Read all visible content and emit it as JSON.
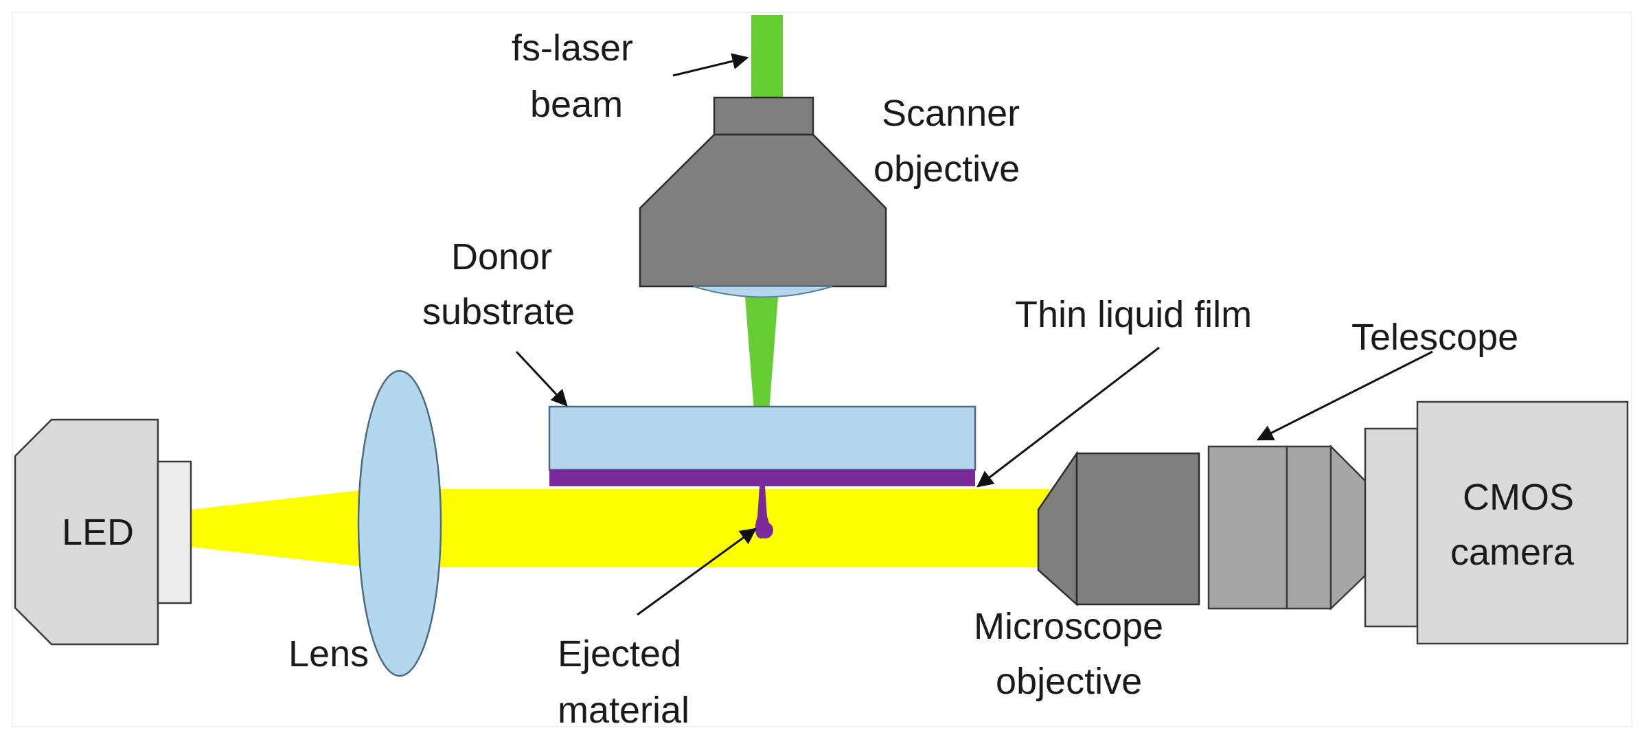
{
  "colors": {
    "laser": "#66cc33",
    "led_beam": "#ffff00",
    "glass": "#b4d7ee",
    "liquid_film": "#7a2a9a",
    "dark_gray": "#7f7f7f",
    "mid_gray": "#a6a6a6",
    "light_gray": "#d9d9d9",
    "lighter_gray": "#ececec"
  },
  "labels": {
    "laser_line1": "fs-laser",
    "laser_line2": "beam",
    "scanner_line1": "Scanner",
    "scanner_line2": "objective",
    "donor_line1": "Donor",
    "donor_line2": "substrate",
    "film": "Thin liquid film",
    "telescope": "Telescope",
    "led": "LED",
    "lens": "Lens",
    "ejected_line1": "Ejected",
    "ejected_line2": "material",
    "microscope_line1": "Microscope",
    "microscope_line2": "objective",
    "camera_line1": "CMOS",
    "camera_line2": "camera"
  }
}
